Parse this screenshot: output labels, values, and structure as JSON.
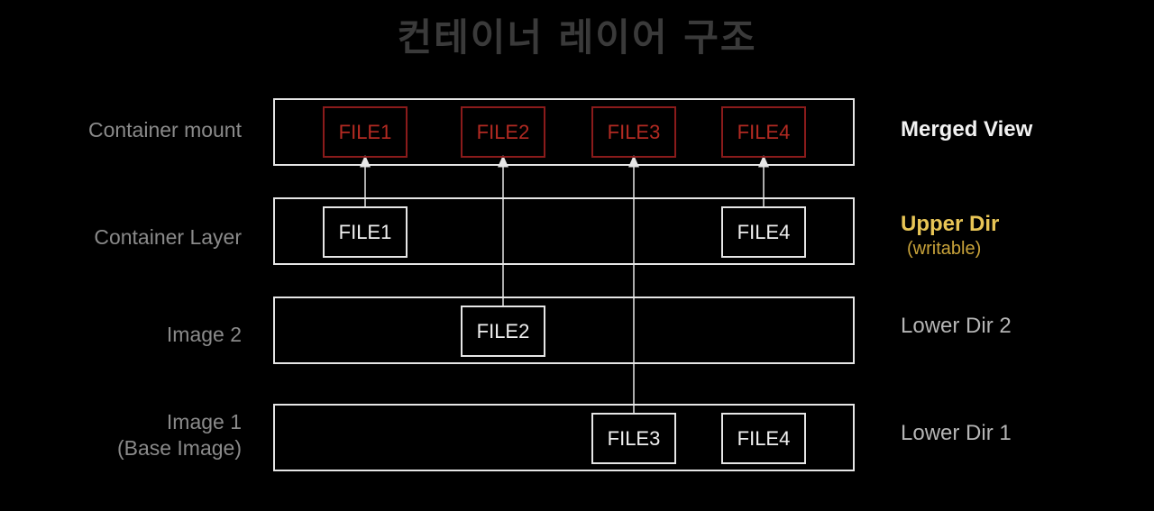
{
  "title": "컨테이너 레이어 구조",
  "colors": {
    "background": "#000000",
    "merged_file": "#b32a22",
    "upper_dir": "#e8c556",
    "lower_dir": "#b5b5b5"
  },
  "layers": [
    {
      "left_label": [
        "Container mount"
      ],
      "right_label": "Merged View",
      "files": [
        "FILE1",
        "FILE2",
        "FILE3",
        "FILE4"
      ]
    },
    {
      "left_label": [
        "Container Layer"
      ],
      "right_label": "Upper Dir",
      "right_sub": "(writable)",
      "files": [
        "FILE1",
        "FILE4"
      ]
    },
    {
      "left_label": [
        "Image 2"
      ],
      "right_label": "Lower Dir 2",
      "files": [
        "FILE2"
      ]
    },
    {
      "left_label": [
        "Image 1",
        "(Base Image)"
      ],
      "right_label": "Lower Dir 1",
      "files": [
        "FILE3",
        "FILE4"
      ]
    }
  ]
}
